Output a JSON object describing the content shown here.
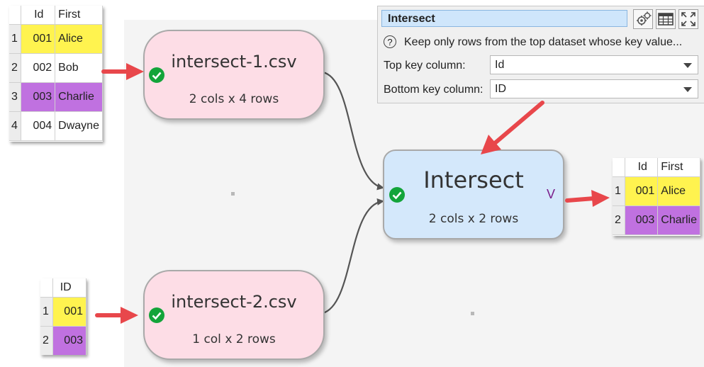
{
  "table_top": {
    "headers": [
      "Id",
      "First"
    ],
    "rows": [
      {
        "n": "1",
        "id": "001",
        "first": "Alice"
      },
      {
        "n": "2",
        "id": "002",
        "first": "Bob"
      },
      {
        "n": "3",
        "id": "003",
        "first": "Charlie"
      },
      {
        "n": "4",
        "id": "004",
        "first": "Dwayne"
      }
    ]
  },
  "table_bottom": {
    "headers": [
      "ID"
    ],
    "rows": [
      {
        "n": "1",
        "id": "001"
      },
      {
        "n": "2",
        "id": "003"
      }
    ]
  },
  "table_output": {
    "headers": [
      "Id",
      "First"
    ],
    "rows": [
      {
        "n": "1",
        "id": "001",
        "first": "Alice"
      },
      {
        "n": "2",
        "id": "003",
        "first": "Charlie"
      }
    ]
  },
  "nodes": {
    "input1": {
      "title": "intersect-1.csv",
      "info": "2 cols x 4 rows"
    },
    "input2": {
      "title": "intersect-2.csv",
      "info": "1 col x 2 rows"
    },
    "intersect": {
      "title": "Intersect",
      "info": "2 cols x 2 rows",
      "chevron": "V"
    }
  },
  "panel": {
    "name": "Intersect",
    "help_icon": "?",
    "description": "Keep only rows from the top dataset whose key value...",
    "top_key_label": "Top key column:",
    "top_key_value": "Id",
    "bottom_key_label": "Bottom key column:",
    "bottom_key_value": "ID"
  },
  "colors": {
    "highlight_yellow": "#fff34f",
    "highlight_purple": "#c071e0",
    "input_node": "#fddde6",
    "transform_node": "#d4e8fb",
    "arrow_red": "#e8474b",
    "ok_green": "#13a43a"
  }
}
